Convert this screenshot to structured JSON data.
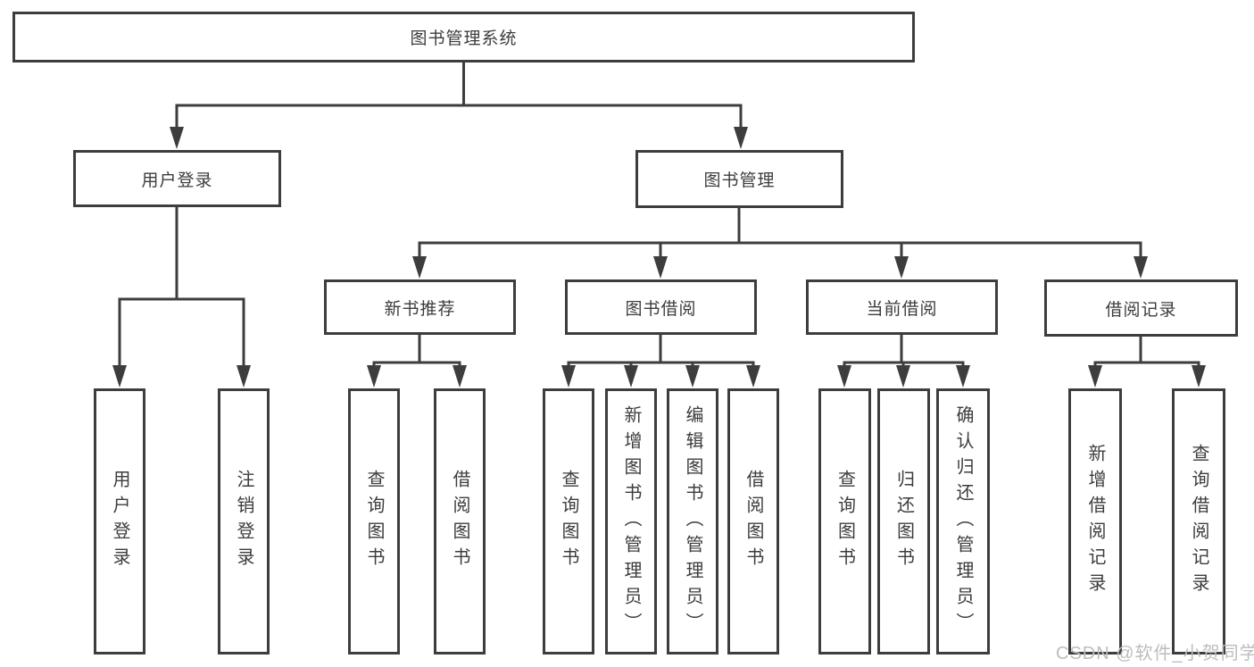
{
  "diagram": {
    "root": "图书管理系统",
    "level2": {
      "login": "用户登录",
      "manage": "图书管理"
    },
    "level3": {
      "recommend": "新书推荐",
      "borrow": "图书借阅",
      "current": "当前借阅",
      "records": "借阅记录"
    },
    "leaves": {
      "login": [
        "用户登录",
        "注销登录"
      ],
      "recommend": [
        "查询图书",
        "借阅图书"
      ],
      "borrow": [
        "查询图书",
        "新增图书（管理员）",
        "编辑图书（管理员）",
        "借阅图书"
      ],
      "current": [
        "查询图书",
        "归还图书",
        "确认归还（管理员）"
      ],
      "records": [
        "新增借阅记录",
        "查询借阅记录"
      ]
    }
  },
  "watermark": "CSDN @软件_小贺同学",
  "colors": {
    "line": "#3d3d3d",
    "text": "#3c3c3c",
    "watermark": "#bdbdbd",
    "background": "#ffffff"
  }
}
